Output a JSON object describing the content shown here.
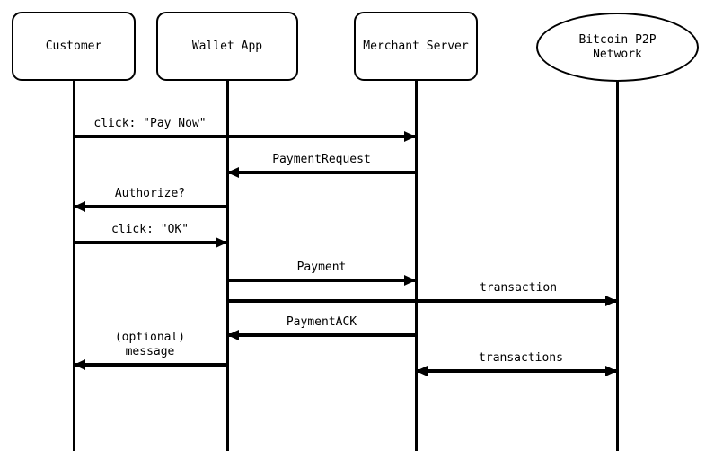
{
  "diagram": {
    "participants": [
      {
        "id": "customer",
        "label": "Customer",
        "shape": "rounded-rect"
      },
      {
        "id": "wallet-app",
        "label": "Wallet App",
        "shape": "rounded-rect"
      },
      {
        "id": "merchant-server",
        "label": "Merchant Server",
        "shape": "rounded-rect"
      },
      {
        "id": "bitcoin-p2p-network",
        "label": "Bitcoin P2P\nNetwork",
        "shape": "ellipse"
      }
    ],
    "messages": [
      {
        "label": "click: \"Pay Now\"",
        "from": "customer",
        "to": "merchant-server",
        "arrow": "single"
      },
      {
        "label": "PaymentRequest",
        "from": "merchant-server",
        "to": "wallet-app",
        "arrow": "single"
      },
      {
        "label": "Authorize?",
        "from": "wallet-app",
        "to": "customer",
        "arrow": "single"
      },
      {
        "label": "click: \"OK\"",
        "from": "customer",
        "to": "wallet-app",
        "arrow": "single"
      },
      {
        "label": "Payment",
        "from": "wallet-app",
        "to": "merchant-server",
        "arrow": "single"
      },
      {
        "label": "transaction",
        "from": "wallet-app",
        "to": "bitcoin-p2p-network",
        "arrow": "single"
      },
      {
        "label": "PaymentACK",
        "from": "merchant-server",
        "to": "wallet-app",
        "arrow": "single"
      },
      {
        "label": "(optional)\nmessage",
        "from": "wallet-app",
        "to": "customer",
        "arrow": "single"
      },
      {
        "label": "transactions",
        "from": "merchant-server",
        "to": "bitcoin-p2p-network",
        "arrow": "double"
      }
    ],
    "colors": {
      "line": "#000000",
      "background": "#ffffff",
      "text": "#000000"
    }
  }
}
